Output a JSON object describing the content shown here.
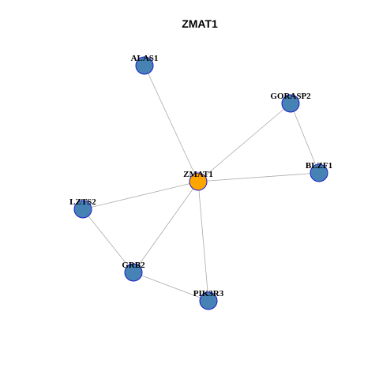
{
  "title": "ZMAT1",
  "colors": {
    "center": "#FFA500",
    "neighbor": "#4682B4",
    "node_border": "#1A1ACC",
    "edge": "#AAAAAA"
  },
  "nodes": [
    {
      "id": "ZMAT1",
      "label": "ZMAT1",
      "role": "center"
    },
    {
      "id": "ALAS1",
      "label": "ALAS1",
      "role": "neighbor"
    },
    {
      "id": "GORASP2",
      "label": "GORASP2",
      "role": "neighbor"
    },
    {
      "id": "BLZF1",
      "label": "BLZF1",
      "role": "neighbor"
    },
    {
      "id": "LZTS2",
      "label": "LZTS2",
      "role": "neighbor"
    },
    {
      "id": "GRB2",
      "label": "GRB2",
      "role": "neighbor"
    },
    {
      "id": "PIK3R3",
      "label": "PIK3R3",
      "role": "neighbor"
    }
  ],
  "edges": [
    [
      "ZMAT1",
      "ALAS1"
    ],
    [
      "ZMAT1",
      "GORASP2"
    ],
    [
      "ZMAT1",
      "BLZF1"
    ],
    [
      "ZMAT1",
      "LZTS2"
    ],
    [
      "ZMAT1",
      "GRB2"
    ],
    [
      "ZMAT1",
      "PIK3R3"
    ],
    [
      "GORASP2",
      "BLZF1"
    ],
    [
      "LZTS2",
      "GRB2"
    ],
    [
      "GRB2",
      "PIK3R3"
    ]
  ]
}
